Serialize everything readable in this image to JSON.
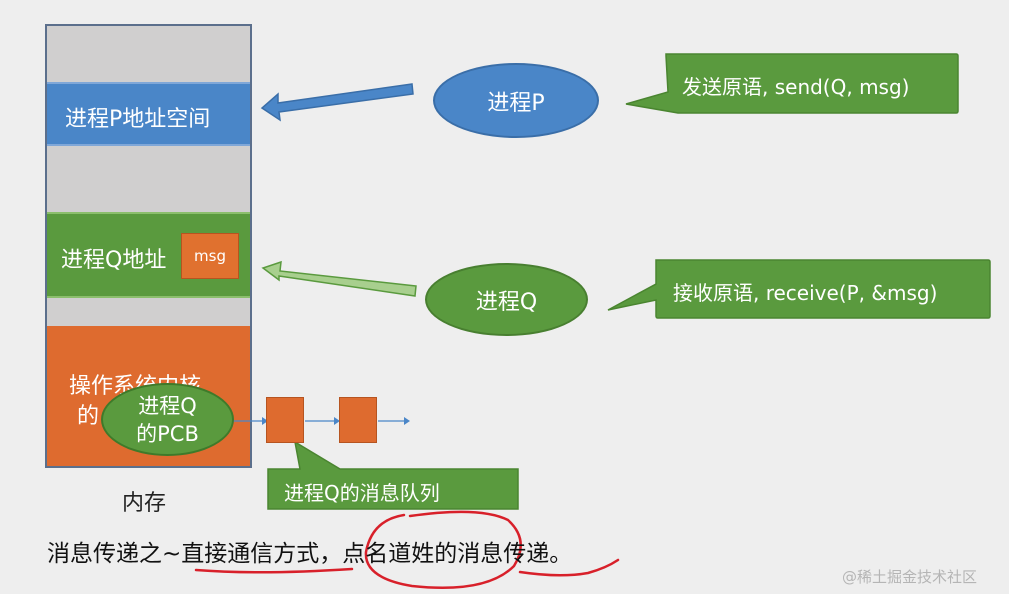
{
  "memory": {
    "p_space_label": "进程P地址空间",
    "q_space_label": "进程Q地址",
    "msg_label": "msg",
    "kernel_label_line1": "操作系统内核",
    "kernel_label_line2": "的",
    "caption": "内存"
  },
  "process_p": {
    "label": "进程P"
  },
  "process_q": {
    "label": "进程Q"
  },
  "pcb": {
    "line1": "进程Q",
    "line2": "的PCB"
  },
  "callouts": {
    "send": "发送原语, send(Q, msg)",
    "receive": "接收原语, receive(P, &msg)",
    "queue": "进程Q的消息队列"
  },
  "bottom_text": "消息传递之~直接通信方式，点名道姓的消息传递。",
  "watermark": "@稀土掘金技术社区",
  "colors": {
    "blue": "#4a86c8",
    "green": "#5a9a3e",
    "orange": "#de6b2f",
    "gray": "#d0cfcf",
    "annotation_red": "#d8202a"
  }
}
